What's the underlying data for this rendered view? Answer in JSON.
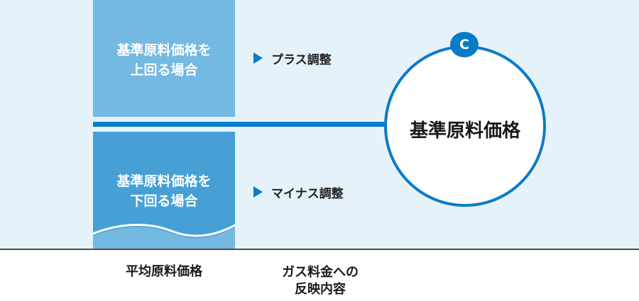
{
  "upper_block": {
    "line1": "基準原料価格を",
    "line2": "上回る場合"
  },
  "lower_block": {
    "line1": "基準原料価格を",
    "line2": "下回る場合"
  },
  "adjustments": {
    "plus": "プラス調整",
    "minus": "マイナス調整"
  },
  "circle": {
    "badge": "C",
    "label": "基準原料価格"
  },
  "axis": {
    "left": "平均原料価格",
    "right_line1": "ガス料金への",
    "right_line2": "反映内容"
  },
  "colors": {
    "background": "#e6f2fa",
    "upper_block": "#74b9e2",
    "lower_block": "#47a0d5",
    "accent": "#0a7cc6",
    "baseline": "#4d4d4d"
  },
  "icons": [
    "triangle-right-icon",
    "wave-decoration"
  ]
}
